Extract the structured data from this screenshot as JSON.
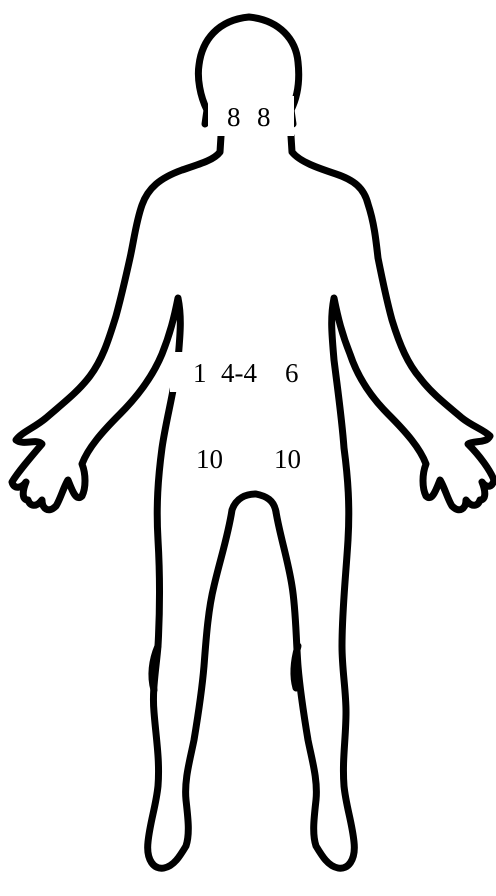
{
  "colors": {
    "outline": "#000000",
    "background": "#ffffff",
    "label_text": "#000000"
  },
  "labels": {
    "face_left": "8",
    "face_right": "8",
    "abdomen_left": "1",
    "abdomen_center": "4-4",
    "abdomen_right": "6",
    "groin_left": "10",
    "groin_right": "10"
  }
}
